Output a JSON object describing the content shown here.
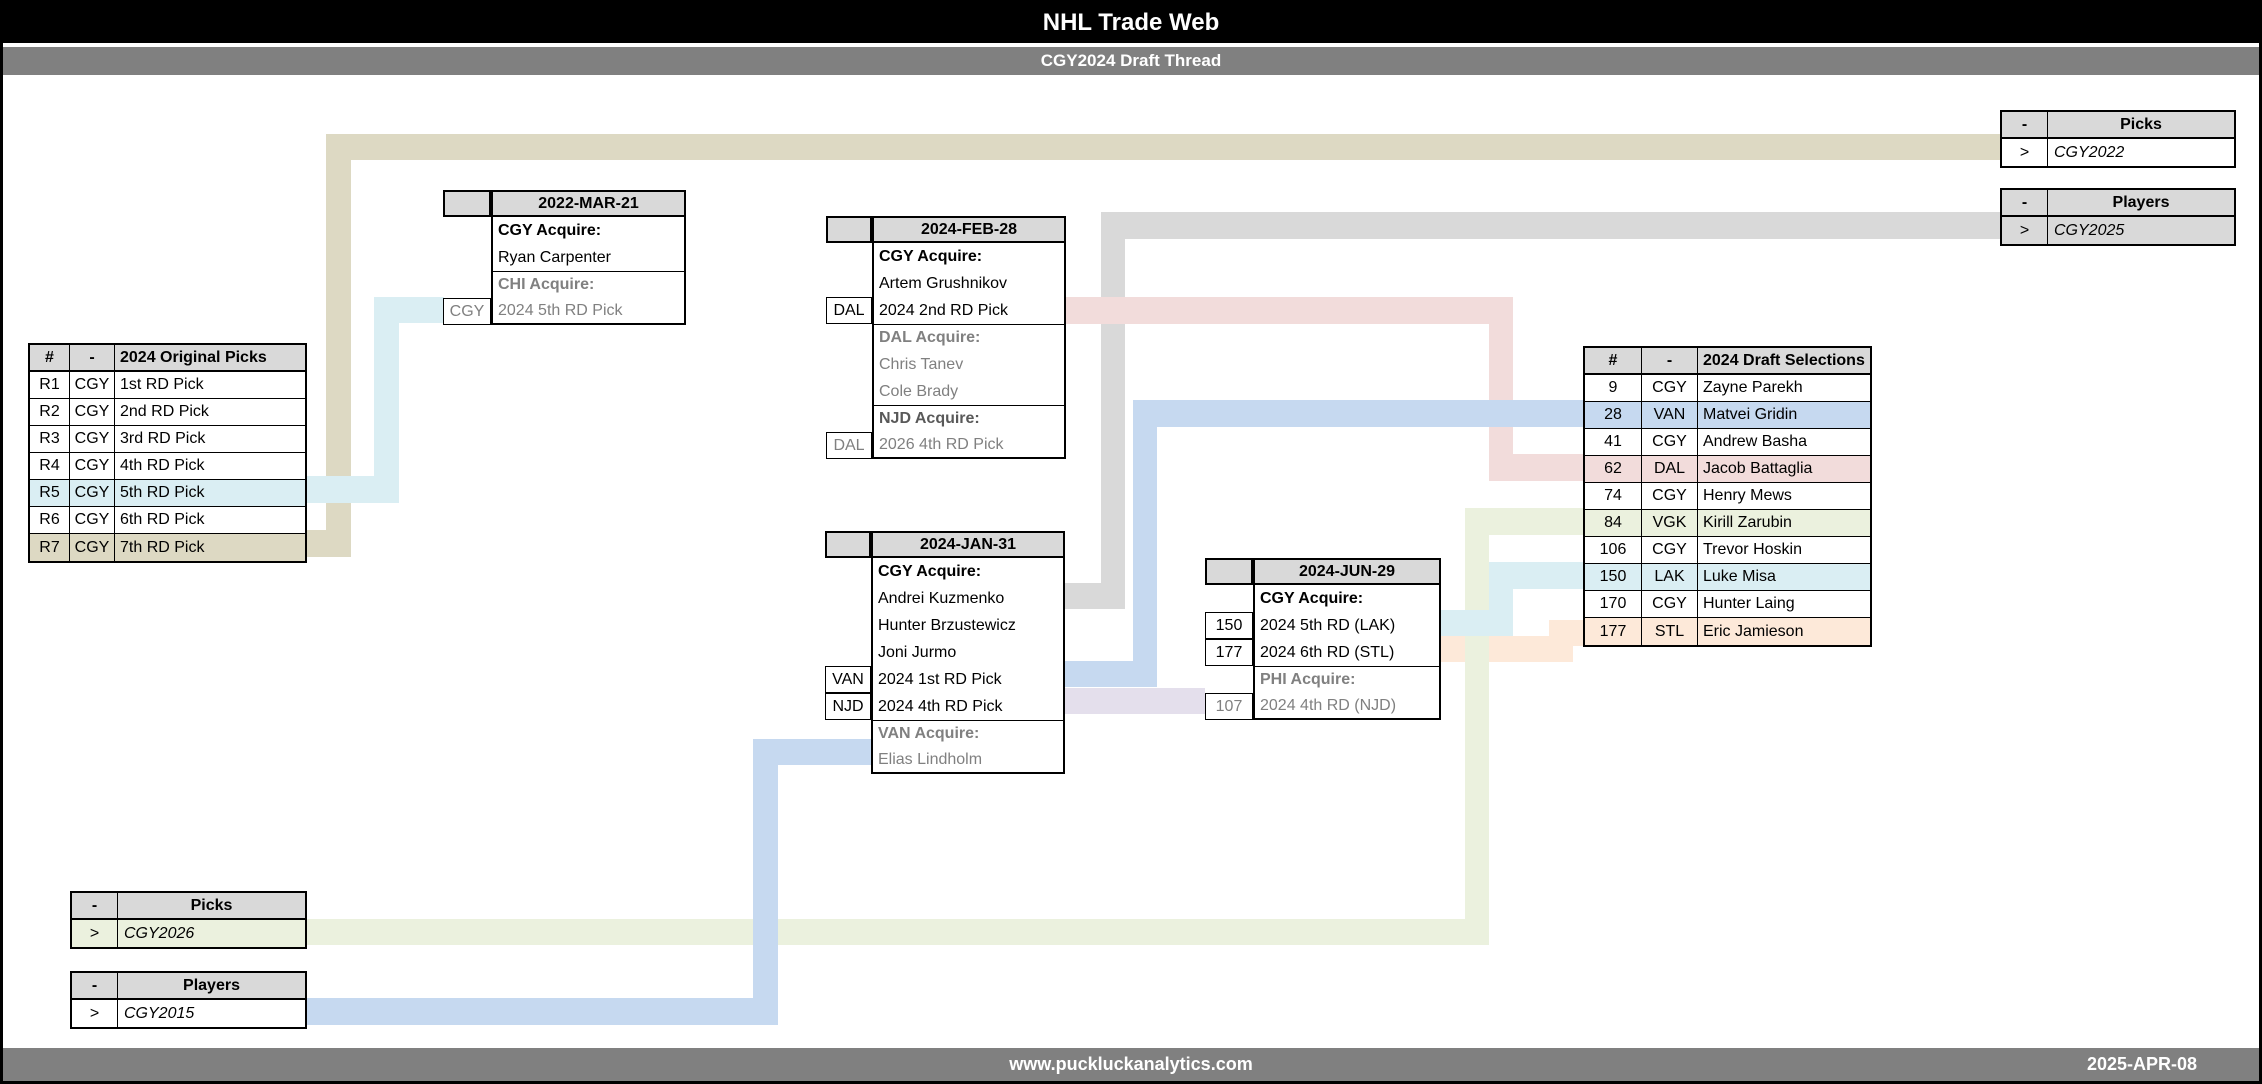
{
  "header": {
    "title": "NHL Trade Web",
    "subtitle": "CGY2024 Draft Thread"
  },
  "footer": {
    "site": "www.puckluckanalytics.com",
    "date": "2025-APR-08"
  },
  "colors": {
    "title_bg": "#000000",
    "bar_bg": "#808080",
    "header_cell": "#d9d9d9",
    "light_blue": "#daeef3",
    "tan": "#ddd9c3",
    "gray": "#d9d9d9",
    "pink": "#f2dcdb",
    "periwinkle": "#c6d9f0",
    "lavender": "#e4dfec",
    "peach": "#fde9d9",
    "green": "#ebf1de"
  },
  "tables": {
    "original_picks": {
      "headers": [
        "#",
        "-",
        "2024 Original Picks"
      ],
      "rows": [
        [
          "R1",
          "CGY",
          "1st RD Pick"
        ],
        [
          "R2",
          "CGY",
          "2nd RD Pick"
        ],
        [
          "R3",
          "CGY",
          "3rd RD Pick"
        ],
        [
          "R4",
          "CGY",
          "4th RD Pick"
        ],
        [
          "R5",
          "CGY",
          "5th RD Pick"
        ],
        [
          "R6",
          "CGY",
          "6th RD Pick"
        ],
        [
          "R7",
          "CGY",
          "7th RD Pick"
        ]
      ]
    },
    "draft_selections": {
      "headers": [
        "#",
        "-",
        "2024 Draft Selections"
      ],
      "rows": [
        [
          "9",
          "CGY",
          "Zayne Parekh"
        ],
        [
          "28",
          "VAN",
          "Matvei Gridin"
        ],
        [
          "41",
          "CGY",
          "Andrew Basha"
        ],
        [
          "62",
          "DAL",
          "Jacob Battaglia"
        ],
        [
          "74",
          "CGY",
          "Henry Mews"
        ],
        [
          "84",
          "VGK",
          "Kirill Zarubin"
        ],
        [
          "106",
          "CGY",
          "Trevor Hoskin"
        ],
        [
          "150",
          "LAK",
          "Luke Misa"
        ],
        [
          "170",
          "CGY",
          "Hunter Laing"
        ],
        [
          "177",
          "STL",
          "Eric Jamieson"
        ]
      ]
    },
    "trade_mar21": {
      "date": "2022-MAR-21",
      "rows": [
        {
          "b": "",
          "t": "CGY Acquire:"
        },
        {
          "b": "",
          "t": "Ryan Carpenter"
        },
        {
          "b": "",
          "t": "CHI Acquire:"
        },
        {
          "b": "CGY",
          "t": "2024 5th RD Pick"
        }
      ]
    },
    "trade_feb28": {
      "date": "2024-FEB-28",
      "rows": [
        {
          "b": "",
          "t": "CGY Acquire:"
        },
        {
          "b": "",
          "t": "Artem Grushnikov"
        },
        {
          "b": "DAL",
          "t": "2024 2nd RD Pick"
        },
        {
          "b": "",
          "t": "DAL Acquire:"
        },
        {
          "b": "",
          "t": "Chris Tanev"
        },
        {
          "b": "",
          "t": "Cole Brady"
        },
        {
          "b": "",
          "t": "NJD Acquire:"
        },
        {
          "b": "DAL",
          "t": "2026 4th RD Pick"
        }
      ]
    },
    "trade_jan31": {
      "date": "2024-JAN-31",
      "rows": [
        {
          "b": "",
          "t": "CGY Acquire:"
        },
        {
          "b": "",
          "t": "Andrei Kuzmenko"
        },
        {
          "b": "",
          "t": "Hunter Brzustewicz"
        },
        {
          "b": "",
          "t": "Joni Jurmo"
        },
        {
          "b": "VAN",
          "t": "2024 1st RD Pick"
        },
        {
          "b": "NJD",
          "t": "2024 4th RD Pick"
        },
        {
          "b": "",
          "t": "VAN Acquire:"
        },
        {
          "b": "",
          "t": "Elias Lindholm"
        }
      ]
    },
    "trade_jun29": {
      "date": "2024-JUN-29",
      "rows": [
        {
          "b": "",
          "t": "CGY Acquire:"
        },
        {
          "b": "150",
          "t": "2024 5th RD (LAK)"
        },
        {
          "b": "177",
          "t": "2024 6th RD (STL)"
        },
        {
          "b": "",
          "t": "PHI Acquire:"
        },
        {
          "b": "107",
          "t": "2024 4th RD (NJD)"
        }
      ]
    },
    "picks_2022": {
      "headers": [
        "-",
        "Picks"
      ],
      "row": [
        ">",
        "CGY2022"
      ]
    },
    "players_2025": {
      "headers": [
        "-",
        "Players"
      ],
      "row": [
        ">",
        "CGY2025"
      ]
    },
    "picks_2026": {
      "headers": [
        "-",
        "Picks"
      ],
      "row": [
        ">",
        "CGY2026"
      ]
    },
    "players_2015": {
      "headers": [
        "-",
        "Players"
      ],
      "row": [
        ">",
        "CGY2015"
      ]
    }
  },
  "connections": [
    {
      "from": "Original pick R5 CGY 5th RD Pick",
      "to": "2022-MAR-21 CHI Acquire 2024 5th RD Pick",
      "color": "#daeef3"
    },
    {
      "from": "Original pick R7 CGY 7th RD Pick",
      "to": "Picks CGY2022",
      "color": "#ddd9c3"
    },
    {
      "from": "2024-JAN-31 Andrei Kuzmenko",
      "to": "Players CGY2025",
      "color": "#d9d9d9"
    },
    {
      "from": "2024-FEB-28 DAL 2024 2nd RD Pick",
      "to": "Selection 62 DAL Jacob Battaglia",
      "color": "#f2dcdb"
    },
    {
      "from": "2024-JAN-31 VAN 2024 1st RD Pick",
      "to": "Selection 28 VAN Matvei Gridin",
      "color": "#c6d9f0"
    },
    {
      "from": "2024-JAN-31 NJD 2024 4th RD Pick",
      "to": "2024-JUN-29 107 2024 4th RD (NJD)",
      "color": "#e4dfec"
    },
    {
      "from": "2024-JUN-29 150 2024 5th RD (LAK)",
      "to": "Selection 150 LAK Luke Misa",
      "color": "#daeef3"
    },
    {
      "from": "2024-JUN-29 177 2024 6th RD (STL)",
      "to": "Selection 177 STL Eric Jamieson",
      "color": "#fde9d9"
    },
    {
      "from": "Picks CGY2026",
      "to": "Selection 84 VGK Kirill Zarubin",
      "color": "#ebf1de"
    },
    {
      "from": "Players CGY2015",
      "to": "2024-JAN-31 VAN Acquire Elias Lindholm",
      "color": "#c6d9f0"
    }
  ]
}
